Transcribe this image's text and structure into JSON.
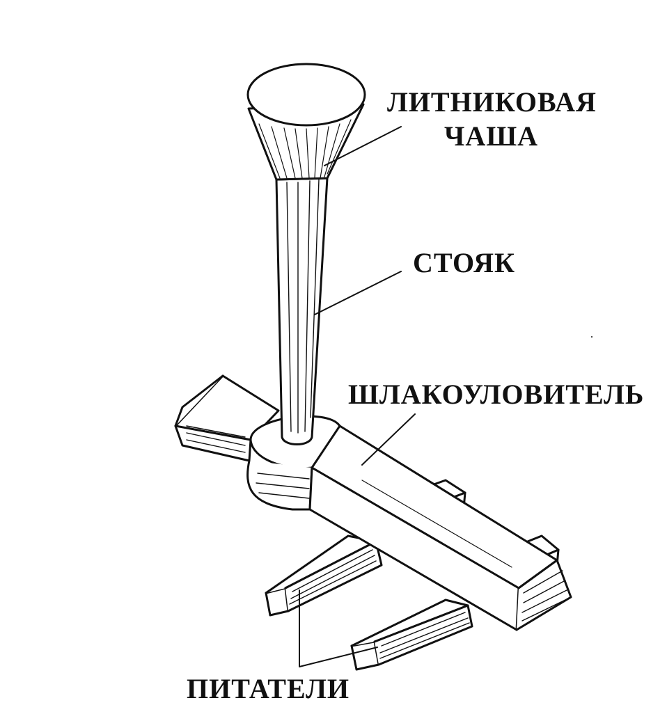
{
  "labels": {
    "pouring_cup_line1": "ЛИТНИКОВАЯ",
    "pouring_cup_line2": "ЧАША",
    "sprue": "СТОЯК",
    "slag_trap": "ШЛАКОУЛОВИТЕЛЬ",
    "feeders": "ПИТАТЕЛИ"
  },
  "colors": {
    "ink": "#111111",
    "background": "#ffffff"
  }
}
